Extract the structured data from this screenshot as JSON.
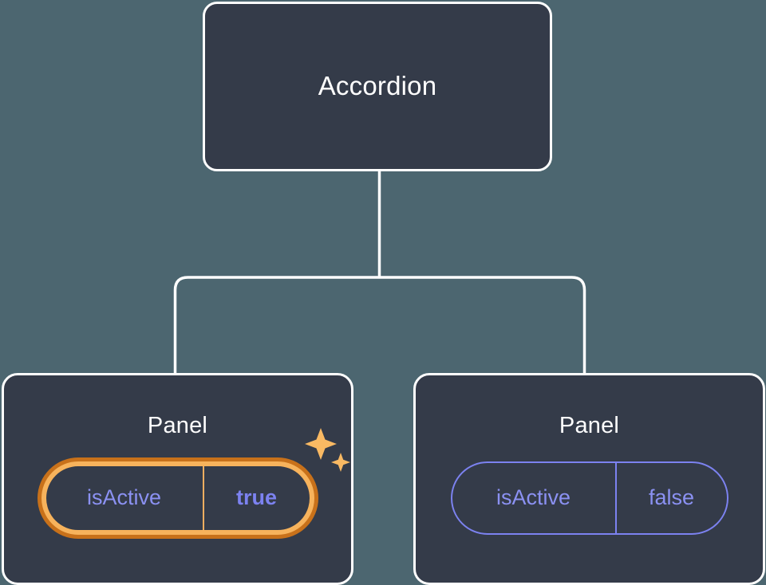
{
  "theme": {
    "background": "#4c6670",
    "card_fill": "#343b49",
    "card_border": "#ffffff",
    "connector": "#ffffff",
    "prop_text": "#8b91f2",
    "prop_border": "#7c82f0",
    "highlight_inner": "#f7b35c",
    "highlight_outer": "#c8711a",
    "sparkle": "#f9b963"
  },
  "tree": {
    "root": {
      "title": "Accordion"
    },
    "children": [
      {
        "title": "Panel",
        "highlighted": true,
        "prop": {
          "key": "isActive",
          "value": "true"
        },
        "sparkle_icon": "sparkles-icon"
      },
      {
        "title": "Panel",
        "highlighted": false,
        "prop": {
          "key": "isActive",
          "value": "false"
        }
      }
    ]
  }
}
